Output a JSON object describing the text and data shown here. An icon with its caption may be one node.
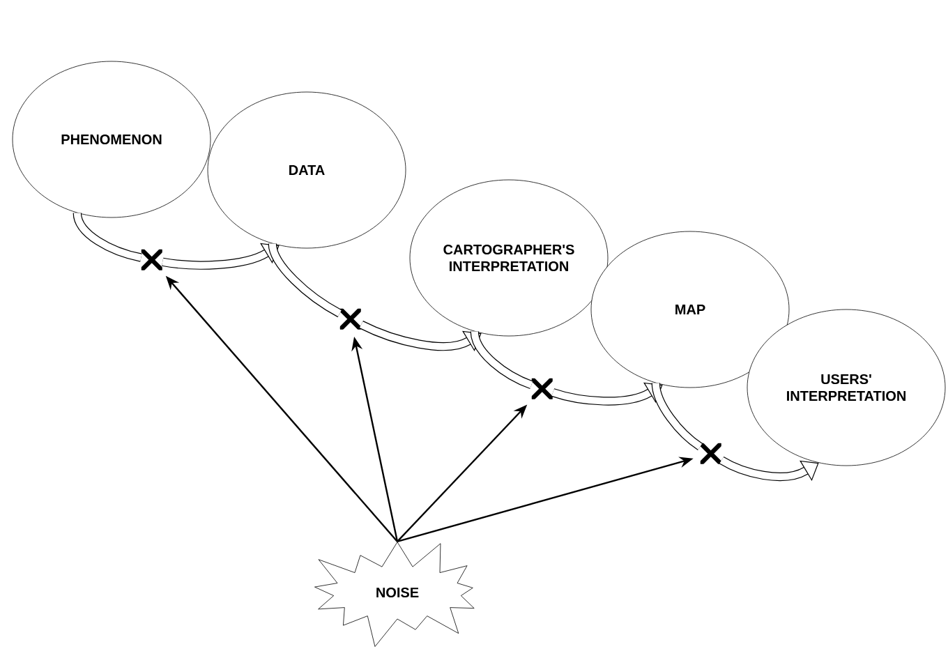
{
  "diagram": {
    "nodes": [
      {
        "text": [
          "PHENOMENON"
        ]
      },
      {
        "text": [
          "DATA"
        ]
      },
      {
        "text": [
          "CARTOGRAPHER'S INTERPRETATION"
        ]
      },
      {
        "text": [
          "MAP"
        ]
      },
      {
        "text": [
          "USERS' INTERPRETATION"
        ]
      },
      {
        "text": [
          "NOISE"
        ]
      },
      {
        "text": [],
        "shape": "cross"
      },
      {
        "text": [],
        "shape": "cross"
      },
      {
        "text": [],
        "shape": "cross"
      },
      {
        "text": [],
        "shape": "cross"
      }
    ],
    "edges": [
      {
        "from": 0,
        "to": 6,
        "arrow": "none"
      },
      {
        "from": 6,
        "to": 1,
        "arrow": "to"
      },
      {
        "from": 1,
        "to": 7,
        "arrow": "none"
      },
      {
        "from": 7,
        "to": 2,
        "arrow": "to"
      },
      {
        "from": 2,
        "to": 8,
        "arrow": "none"
      },
      {
        "from": 8,
        "to": 3,
        "arrow": "to"
      },
      {
        "from": 3,
        "to": 9,
        "arrow": "none"
      },
      {
        "from": 9,
        "to": 4,
        "arrow": "to"
      },
      {
        "from": 5,
        "to": 6,
        "arrow": "to"
      },
      {
        "from": 5,
        "to": 7,
        "arrow": "to"
      },
      {
        "from": 5,
        "to": 8,
        "arrow": "to"
      },
      {
        "from": 5,
        "to": 9,
        "arrow": "to"
      }
    ]
  }
}
